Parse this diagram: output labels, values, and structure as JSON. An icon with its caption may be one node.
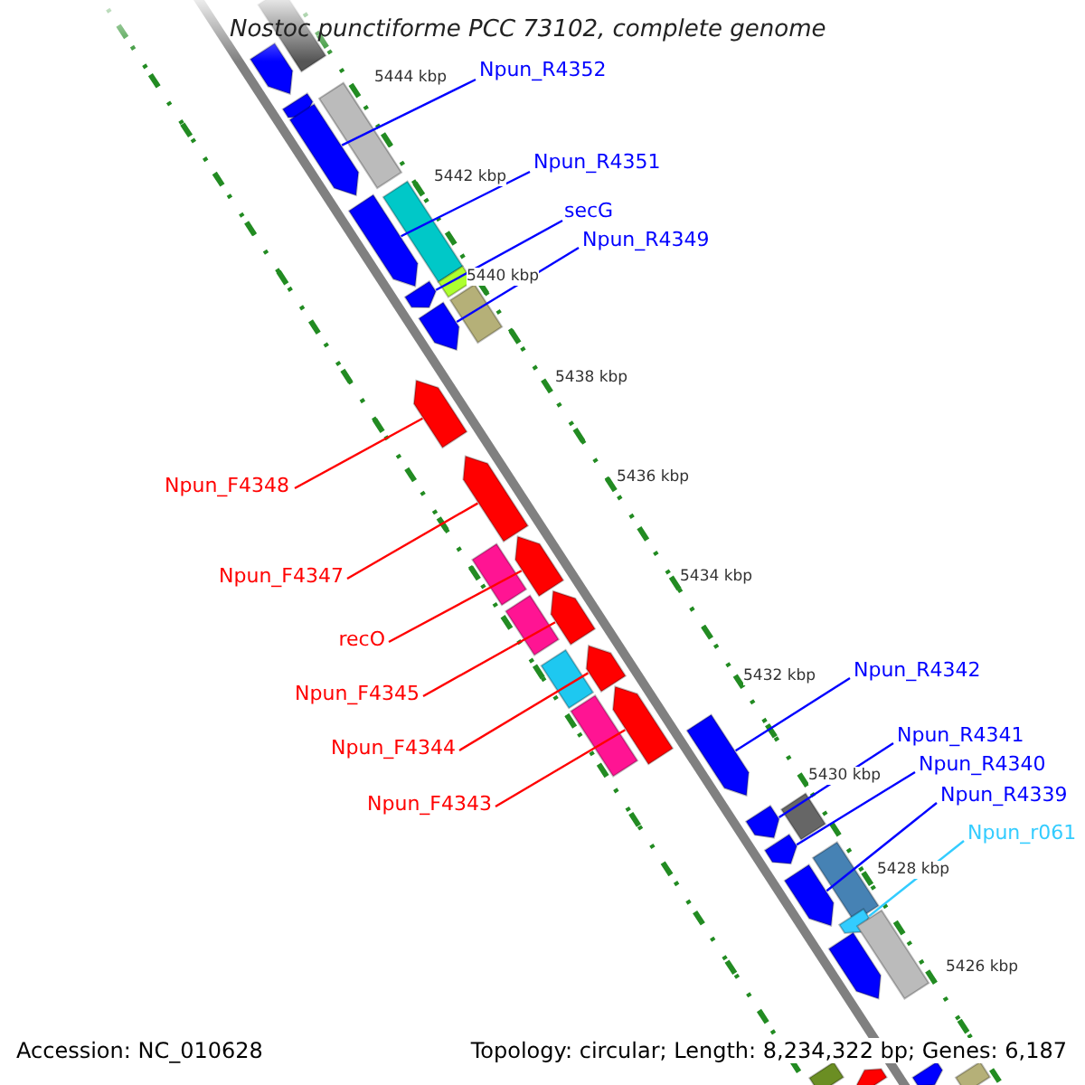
{
  "diagram": {
    "title": "Nostoc punctiforme PCC 73102, complete genome",
    "nodes": [
      {
        "text": [
          "Npun_R4352"
        ]
      },
      {
        "text": [
          "Npun_R4351"
        ]
      },
      {
        "text": [
          "secG"
        ]
      },
      {
        "text": [
          "Npun_R4349"
        ]
      },
      {
        "text": [
          "Npun_F4348"
        ]
      },
      {
        "text": [
          "Npun_F4347"
        ]
      },
      {
        "text": [
          "recO"
        ]
      },
      {
        "text": [
          "Npun_F4345"
        ]
      },
      {
        "text": [
          "Npun_F4344"
        ]
      },
      {
        "text": [
          "Npun_F4343"
        ]
      },
      {
        "text": [
          "Npun_R4342"
        ]
      },
      {
        "text": [
          "Npun_R4341"
        ]
      },
      {
        "text": [
          "Npun_R4340"
        ]
      },
      {
        "text": [
          "Npun_R4339"
        ]
      },
      {
        "text": [
          "Npun_r061"
        ]
      },
      {
        "text": [],
        "shape": "box"
      },
      {
        "text": [],
        "shape": "arrow"
      },
      {
        "text": [],
        "shape": "arrow"
      },
      {
        "text": [],
        "shape": "box"
      },
      {
        "text": [],
        "shape": "arrow"
      },
      {
        "text": [],
        "shape": "arrow"
      },
      {
        "text": [],
        "shape": "box"
      },
      {
        "text": [],
        "shape": "arrow"
      },
      {
        "text": [],
        "shape": "box"
      },
      {
        "text": [],
        "shape": "arrow"
      },
      {
        "text": [],
        "shape": "box"
      },
      {
        "text": [],
        "shape": "arrow"
      },
      {
        "text": [],
        "shape": "arrow"
      },
      {
        "text": [],
        "shape": "box"
      },
      {
        "text": [],
        "shape": "arrow"
      },
      {
        "text": [],
        "shape": "box"
      },
      {
        "text": [],
        "shape": "arrow"
      },
      {
        "text": [],
        "shape": "box"
      },
      {
        "text": [],
        "shape": "arrow"
      },
      {
        "text": [],
        "shape": "box"
      },
      {
        "text": [],
        "shape": "arrow"
      },
      {
        "text": [],
        "shape": "arrow"
      },
      {
        "text": [],
        "shape": "arrow"
      },
      {
        "text": [],
        "shape": "box"
      },
      {
        "text": [],
        "shape": "arrow"
      },
      {
        "text": [],
        "shape": "box"
      },
      {
        "text": [],
        "shape": "arrow"
      },
      {
        "text": [],
        "shape": "arrow"
      },
      {
        "text": [],
        "shape": "box"
      },
      {
        "text": [],
        "shape": "arrow"
      },
      {
        "text": [],
        "shape": "box"
      },
      {
        "text": [],
        "shape": "arrow"
      },
      {
        "text": [],
        "shape": "arrow"
      },
      {
        "text": [],
        "shape": "box"
      }
    ],
    "edges": [
      {
        "from": 0,
        "to": 19,
        "arrow": "none"
      },
      {
        "from": 1,
        "to": 20,
        "arrow": "none"
      },
      {
        "from": 2,
        "to": 22,
        "arrow": "none"
      },
      {
        "from": 3,
        "to": 24,
        "arrow": "none"
      },
      {
        "from": 4,
        "to": 26,
        "arrow": "none",
        "color": "#ff0000"
      },
      {
        "from": 5,
        "to": 27,
        "arrow": "none",
        "color": "#ff0000"
      },
      {
        "from": 6,
        "to": 29,
        "arrow": "none",
        "color": "#ff0000"
      },
      {
        "from": 7,
        "to": 31,
        "arrow": "none",
        "color": "#ff0000"
      },
      {
        "from": 8,
        "to": 33,
        "arrow": "none",
        "color": "#ff0000"
      },
      {
        "from": 9,
        "to": 35,
        "arrow": "none",
        "color": "#ff0000"
      },
      {
        "from": 10,
        "to": 36,
        "arrow": "none"
      },
      {
        "from": 11,
        "to": 37,
        "arrow": "none"
      },
      {
        "from": 12,
        "to": 39,
        "arrow": "none"
      },
      {
        "from": 13,
        "to": 41,
        "arrow": "none"
      },
      {
        "from": 14,
        "to": 42,
        "arrow": "none",
        "color": "#33ccff"
      }
    ],
    "labels": [
      "5444 kbp",
      "5442 kbp",
      "5440 kbp",
      "5438 kbp",
      "5436 kbp",
      "5434 kbp",
      "5432 kbp",
      "5430 kbp",
      "5428 kbp",
      "5426 kbp",
      "Accession: NC_010628",
      "Topology: circular; Length: 8,234,322 bp; Genes: 6,187"
    ]
  }
}
